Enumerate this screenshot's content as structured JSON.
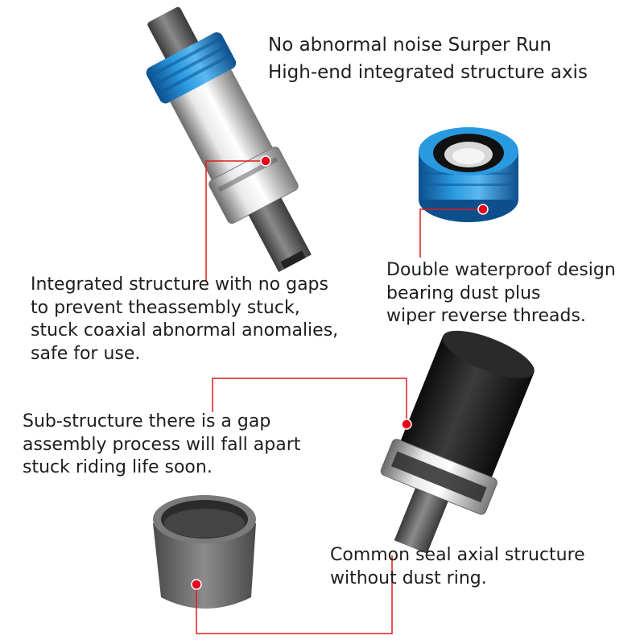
{
  "headline": {
    "line1": "No abnormal noise Surper Run",
    "line2": "High-end integrated structure axis"
  },
  "callouts": {
    "integrated": "Integrated structure with no gaps\nto prevent theassembly stuck,\nstuck coaxial abnormal anomalies,\nsafe for use.",
    "waterproof": "Double waterproof design\nbearing dust plus\nwiper reverse threads.",
    "substructure": "Sub-structure there is a gap\nassembly process will fall apart\nstuck riding life soon.",
    "common": "Common seal axial structure\nwithout dust ring."
  },
  "colors": {
    "accent_blue": "#1f7fc8",
    "leader_red": "#e01b1b",
    "marker_red": "#e6001a",
    "dark_body": "#1b1b1b"
  }
}
